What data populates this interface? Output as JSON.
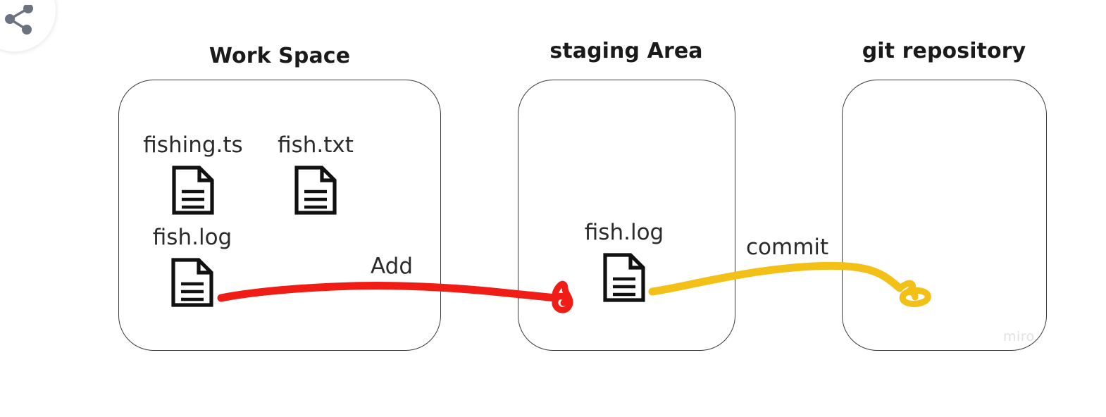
{
  "board": {
    "watermark": "miro",
    "background_color": "#ffffff",
    "stroke_color": "#3a3a3a",
    "text_color": "#2b2b2b"
  },
  "toolbar": {
    "share_button": {
      "icon": "share-icon",
      "icon_color": "#6b7280"
    }
  },
  "columns": [
    {
      "id": "workspace",
      "title": "Work Space"
    },
    {
      "id": "staging",
      "title": "staging Area"
    },
    {
      "id": "repo",
      "title": "git repository"
    }
  ],
  "files": {
    "workspace": [
      {
        "name": "fishing.ts",
        "icon": "document-icon"
      },
      {
        "name": "fish.txt",
        "icon": "document-icon"
      },
      {
        "name": "fish.log",
        "icon": "document-icon"
      }
    ],
    "staging": [
      {
        "name": "fish.log",
        "icon": "document-icon"
      }
    ],
    "repo": []
  },
  "arrows": [
    {
      "id": "add",
      "label": "Add",
      "color": "#f01d16",
      "from": "workspace.fish.log",
      "to": "staging"
    },
    {
      "id": "commit",
      "label": "commit",
      "color": "#f2c017",
      "from": "staging.fish.log",
      "to": "repo"
    }
  ]
}
